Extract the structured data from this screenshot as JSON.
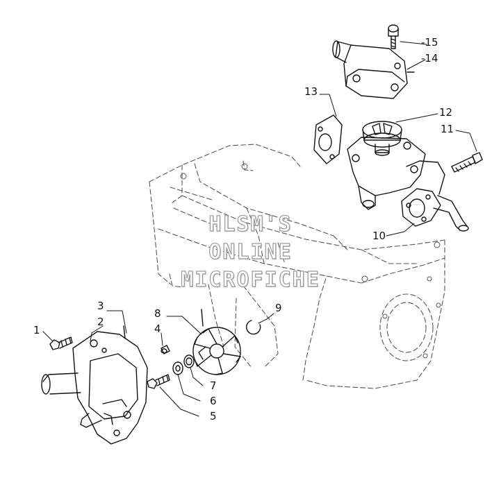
{
  "callouts": {
    "c1": "1",
    "c2": "2",
    "c3": "3",
    "c4": "4",
    "c5": "5",
    "c6": "6",
    "c7": "7",
    "c8": "8",
    "c9": "9",
    "c10": "10",
    "c11": "11",
    "c12": "12",
    "c13": "13",
    "c14": "-14",
    "c15": "-15"
  },
  "watermark": {
    "line1": "HLSM'S",
    "line2": "ONLINE",
    "line3": "MICROFICHE"
  },
  "colors": {
    "line": "#111111",
    "ghost": "#8a8a8a",
    "watermark_outline": "#9a9a9a"
  }
}
